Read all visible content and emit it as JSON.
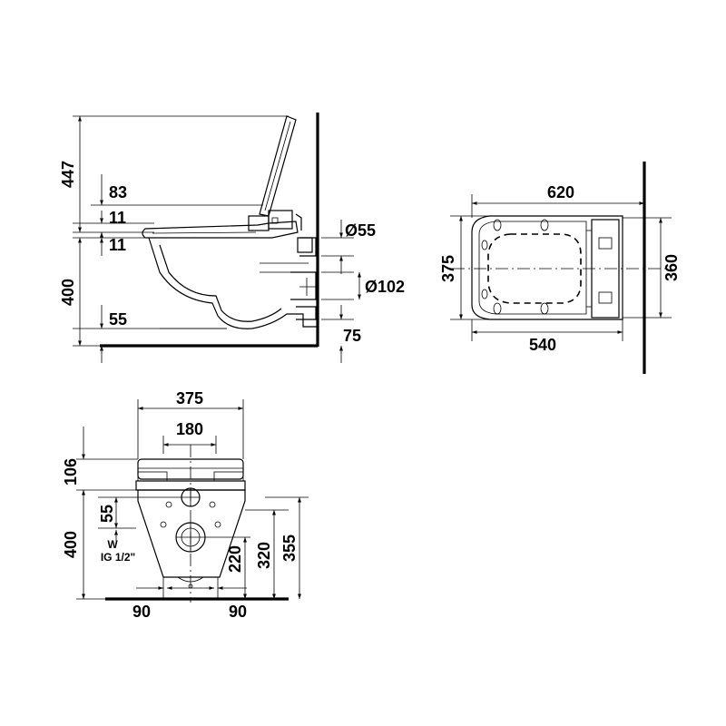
{
  "side_view": {
    "dims": {
      "d447": "447",
      "d83": "83",
      "d11a": "11",
      "d11b": "11",
      "d400": "400",
      "d55": "55",
      "dia55": "Ø55",
      "dia102": "Ø102",
      "d75": "75"
    }
  },
  "top_view": {
    "dims": {
      "d620": "620",
      "d375": "375",
      "d360": "360",
      "d540": "540"
    }
  },
  "front_view": {
    "dims": {
      "d375": "375",
      "d180": "180",
      "d106": "106",
      "d400": "400",
      "d55": "55",
      "w_label": "W",
      "ig_label": "IG 1/2\"",
      "d220": "220",
      "d320": "320",
      "d355": "355",
      "d90a": "90",
      "d90b": "90"
    }
  }
}
